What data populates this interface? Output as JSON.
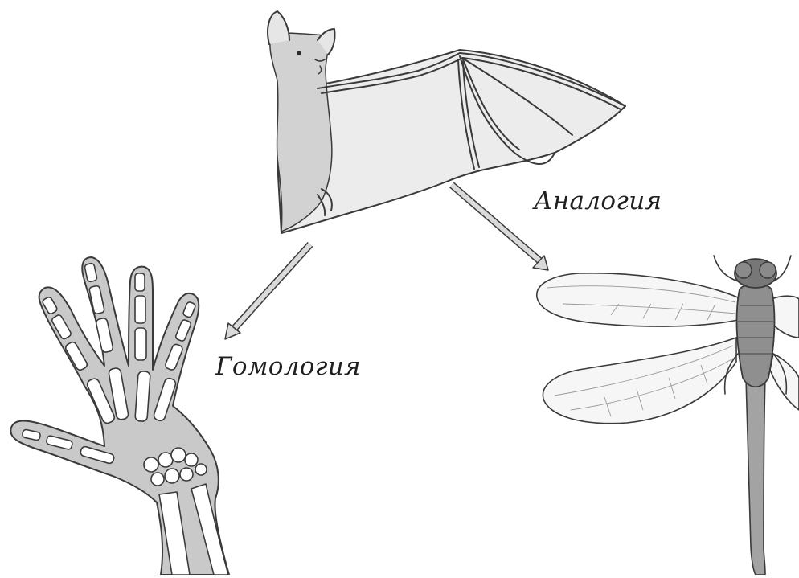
{
  "labels": {
    "analogy": "Аналогия",
    "homology": "Гомология"
  },
  "colors": {
    "ink": "#3a3a3a",
    "skin": "#c9c9c9",
    "bone": "#ffffff",
    "membrane": "#ebebeb",
    "arrow_fill": "#d9d9d9",
    "dragonfly_body": "#9a9a9a",
    "wing": "#f6f6f6"
  },
  "icons": {
    "bat": "bat-illustration",
    "hand": "human-hand-skeleton-illustration",
    "dragonfly": "dragonfly-illustration"
  }
}
